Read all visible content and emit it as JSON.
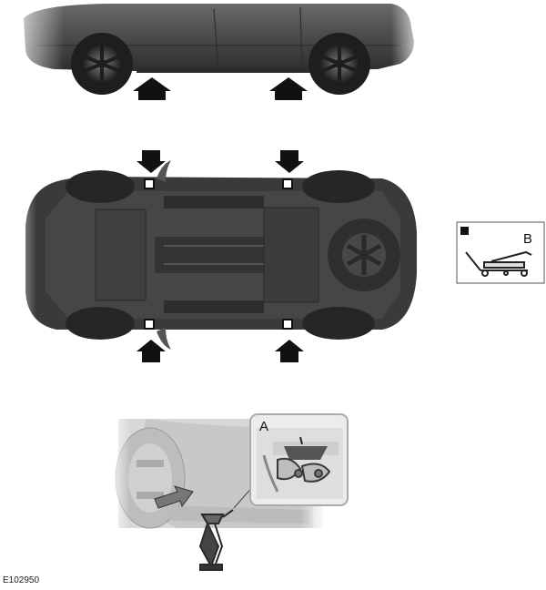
{
  "figure_id": "E102950",
  "labels": {
    "jack_callout": "A",
    "garage_jack_callout": "B"
  },
  "colors": {
    "car_body": "#4a4a4a",
    "underbody": "#3b3b3b",
    "arrow": "#111111",
    "inset_background": "#ececec"
  },
  "icons": {
    "arrow": "arrow-icon",
    "jack_point_marker": "square-marker-icon",
    "garage_jack": "garage-jack-icon"
  }
}
